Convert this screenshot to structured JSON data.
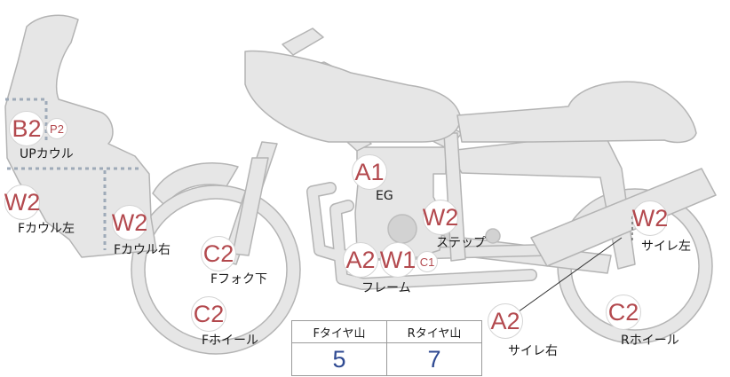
{
  "parts": [
    {
      "id": "upper-cowl",
      "code": "B2",
      "sub": "P2",
      "label": "UPカウル"
    },
    {
      "id": "front-cowl-left",
      "code": "W2",
      "label": "Fカウル左"
    },
    {
      "id": "front-cowl-right",
      "code": "W2",
      "label": "Fカウル右"
    },
    {
      "id": "front-fork-lower",
      "code": "C2",
      "label": "Fフォク下"
    },
    {
      "id": "front-wheel",
      "code": "C2",
      "label": "Fホイール"
    },
    {
      "id": "engine",
      "code": "A1",
      "label": "EG"
    },
    {
      "id": "step",
      "code": "W2",
      "label": "ステップ"
    },
    {
      "id": "frame",
      "code": "A2",
      "code2": "W1",
      "sub": "C1",
      "label": "フレーム"
    },
    {
      "id": "muffler-left",
      "code": "W2",
      "label": "サイレ左"
    },
    {
      "id": "muffler-right",
      "code": "A2",
      "label": "サイレ右"
    },
    {
      "id": "rear-wheel",
      "code": "C2",
      "label": "Rホイール"
    }
  ],
  "tread": {
    "headers": [
      "Fタイヤ山",
      "Rタイヤ山"
    ],
    "values": [
      "5",
      "7"
    ]
  },
  "colors": {
    "body_fill": "#e6e6e6",
    "body_stroke": "#b4b4b4",
    "badge_text": "#b3494e",
    "tread_value": "#2f4a92"
  }
}
